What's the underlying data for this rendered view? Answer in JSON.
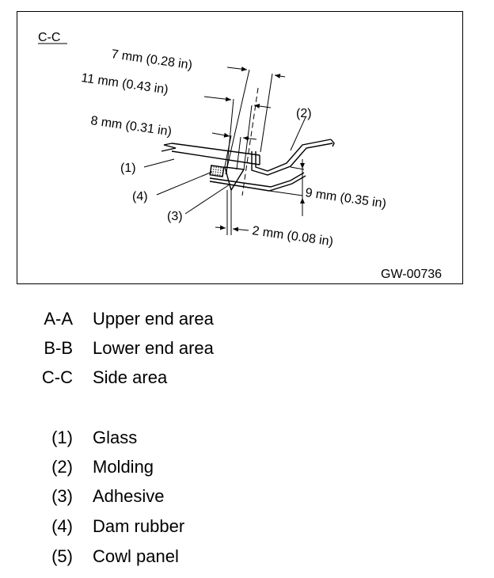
{
  "figure": {
    "section_label": "C-C",
    "figure_id": "GW-00736",
    "dimensions": [
      {
        "id": "dim-7",
        "text": "7 mm (0.28 in)"
      },
      {
        "id": "dim-11",
        "text": "11 mm (0.43 in)"
      },
      {
        "id": "dim-8",
        "text": "8 mm (0.31 in)"
      },
      {
        "id": "dim-9",
        "text": "9 mm (0.35 in)"
      },
      {
        "id": "dim-2",
        "text": "2 mm (0.08 in)"
      }
    ],
    "callouts": [
      "(1)",
      "(2)",
      "(3)",
      "(4)"
    ]
  },
  "sections": [
    {
      "key": "A-A",
      "label": "Upper end area"
    },
    {
      "key": "B-B",
      "label": "Lower end area"
    },
    {
      "key": "C-C",
      "label": "Side area"
    }
  ],
  "parts": [
    {
      "num": "(1)",
      "label": "Glass"
    },
    {
      "num": "(2)",
      "label": "Molding"
    },
    {
      "num": "(3)",
      "label": "Adhesive"
    },
    {
      "num": "(4)",
      "label": "Dam rubber"
    },
    {
      "num": "(5)",
      "label": "Cowl panel"
    }
  ]
}
